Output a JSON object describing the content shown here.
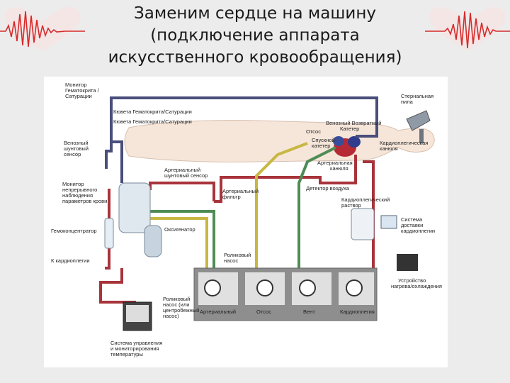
{
  "slide": {
    "title_lines": [
      "Заменим сердце на машину",
      "(подключение аппарата",
      "искусственного кровообращения)"
    ]
  },
  "colors": {
    "venous_line": "#4a4e7a",
    "arterial_line": "#a8343b",
    "sucker_line": "#c8b743",
    "vent_line": "#4f8c55",
    "heartbeat": "#d62b2b"
  },
  "icons": [
    "heart-ecg-left-icon",
    "heart-ecg-right-icon",
    "patient-body-icon",
    "heart-icon",
    "sternal-saw-icon"
  ],
  "diagram": {
    "labels": {
      "monitor_hct": [
        "Монитор",
        "Гематокрита /",
        "Сатурации"
      ],
      "cuvette1": "Кювета Гематокрита/Сатурации",
      "cuvette2": "Кювета Гематокрита/Сатурации",
      "venous_sensor": [
        "Венозный",
        "шунтовый",
        "сенсор"
      ],
      "monitor_params": [
        "Монитор",
        "непрерывного",
        "наблюдения",
        "параметров крови"
      ],
      "hemoconcentrator": "Гемоконцентратор",
      "to_cardioplegia": "К кардиоплегии",
      "arterial_shunt_sensor": [
        "Артериальный",
        "шунтовый сенсор"
      ],
      "arterial_filter": [
        "Артериальный",
        "фильтр"
      ],
      "oxygenator": "Оксигенатор",
      "roller_pump": [
        "Роликовый",
        "насос"
      ],
      "roller_pump_centrifugal": [
        "Роликовый",
        "насос (или",
        "центробежный",
        "насос)"
      ],
      "temp_system": [
        "Система управления",
        "и мониторирования",
        "температуры"
      ],
      "venous_return_cath": [
        "Венозный Возвратный",
        "Катетер"
      ],
      "sucker": "Отсос",
      "descend_catheter": [
        "Спускной",
        "катетер"
      ],
      "arterial_cannula": [
        "Артериальная",
        "канюля"
      ],
      "air_detector": "Детектор воздуха",
      "cardioplegic_cannula": [
        "Кардиоплегическая",
        "канюля"
      ],
      "cardioplegic_solution": [
        "Кардиоплегический",
        "раствор"
      ],
      "sternal_saw": [
        "Стернальная",
        "пила"
      ],
      "delivery_system": [
        "Система",
        "доставки",
        "кардиоплегии"
      ],
      "heat_cool": [
        "Устройство",
        "нагрева/охлаждения"
      ],
      "pump_arterial": "Артериальный",
      "pump_sucker": "Отсос",
      "pump_vent": "Вент",
      "pump_cardioplegia": "Кардиоплегия"
    }
  }
}
